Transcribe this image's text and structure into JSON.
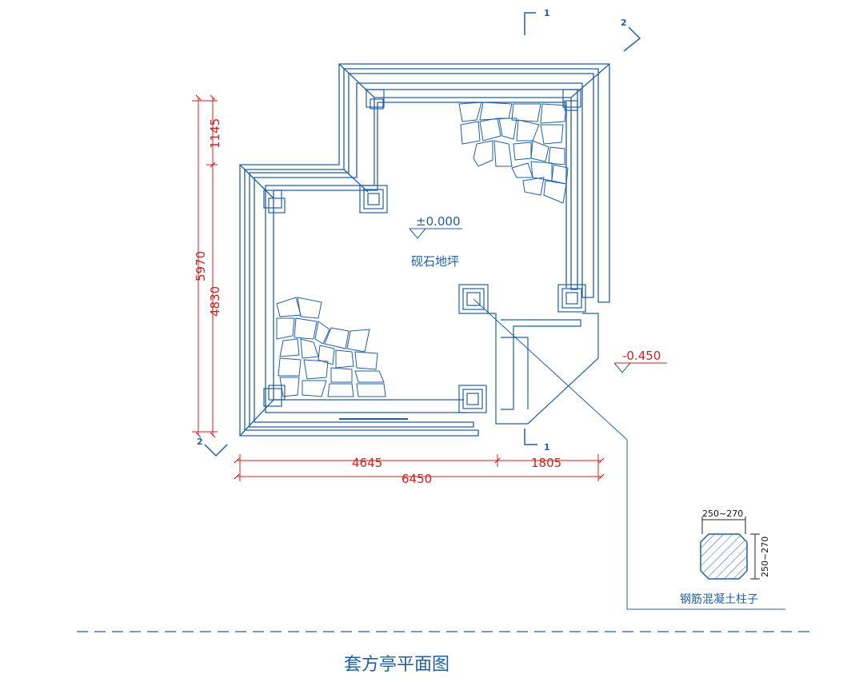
{
  "drawing": {
    "title": "套方亭平面图",
    "floor_level": "±0.000",
    "floor_material": "砚石地坪",
    "outer_level": "-0.450",
    "section_marks": [
      "1",
      "1",
      "2",
      "2"
    ]
  },
  "dimensions": {
    "bottom_left": "4645",
    "bottom_right": "1805",
    "bottom_total": "6450",
    "left_top": "1145",
    "left_inner": "4830",
    "left_total": "5970"
  },
  "column_detail": {
    "label": "钢筋混凝土柱子",
    "width_label": "250~270",
    "height_label": "250~270"
  },
  "colors": {
    "line_blue": "#1f5fa8",
    "dimension_red": "#d21e1e"
  }
}
